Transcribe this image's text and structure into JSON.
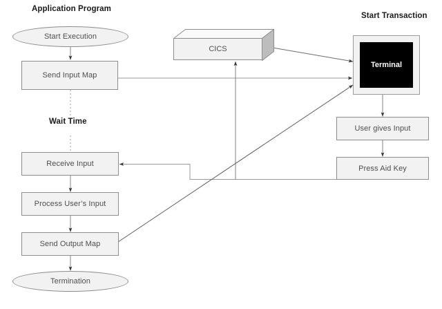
{
  "diagram": {
    "title_left": "Application Program",
    "title_right": "Start Transaction",
    "wait_label": "Wait Time",
    "colors": {
      "node_fill": "#f2f2f2",
      "node_stroke": "#8c8c8c",
      "node_text": "#4d4d4d",
      "title_text": "#1a1a1a",
      "terminal_screen": "#000000",
      "terminal_text": "#ffffff",
      "connector": "#808080",
      "background": "#ffffff"
    },
    "nodes": {
      "start_execution": {
        "label": "Start Execution",
        "shape": "ellipse"
      },
      "send_input_map": {
        "label": "Send Input Map",
        "shape": "rectangle"
      },
      "receive_input": {
        "label": "Receive Input",
        "shape": "rectangle"
      },
      "process_user_input": {
        "label": "Process User’s Input",
        "shape": "rectangle"
      },
      "send_output_map": {
        "label": "Send Output Map",
        "shape": "rectangle"
      },
      "termination": {
        "label": "Termination",
        "shape": "ellipse"
      },
      "cics": {
        "label": "CICS",
        "shape": "cube"
      },
      "terminal": {
        "label": "Terminal",
        "shape": "screen"
      },
      "user_gives_input": {
        "label": "User gives Input",
        "shape": "rectangle"
      },
      "press_aid_key": {
        "label": "Press Aid Key",
        "shape": "rectangle"
      }
    },
    "connectors": [
      {
        "from": "start_execution",
        "to": "send_input_map",
        "style": "solid-arrow"
      },
      {
        "from": "send_input_map",
        "to": "receive_input",
        "style": "dashed",
        "label": "Wait Time"
      },
      {
        "from": "send_input_map",
        "to": "terminal",
        "style": "solid-arrow"
      },
      {
        "from": "cics",
        "to": "terminal",
        "style": "solid-arrow"
      },
      {
        "from": "terminal",
        "to": "user_gives_input",
        "style": "solid-arrow"
      },
      {
        "from": "user_gives_input",
        "to": "press_aid_key",
        "style": "solid-arrow"
      },
      {
        "from": "press_aid_key",
        "to": "receive_input",
        "style": "solid-arrow"
      },
      {
        "from": "press_aid_key",
        "to": "cics",
        "style": "solid-arrow"
      },
      {
        "from": "receive_input",
        "to": "process_user_input",
        "style": "solid-arrow"
      },
      {
        "from": "process_user_input",
        "to": "send_output_map",
        "style": "solid-arrow"
      },
      {
        "from": "send_output_map",
        "to": "termination",
        "style": "solid-arrow"
      },
      {
        "from": "send_output_map",
        "to": "terminal",
        "style": "solid-arrow"
      }
    ]
  }
}
